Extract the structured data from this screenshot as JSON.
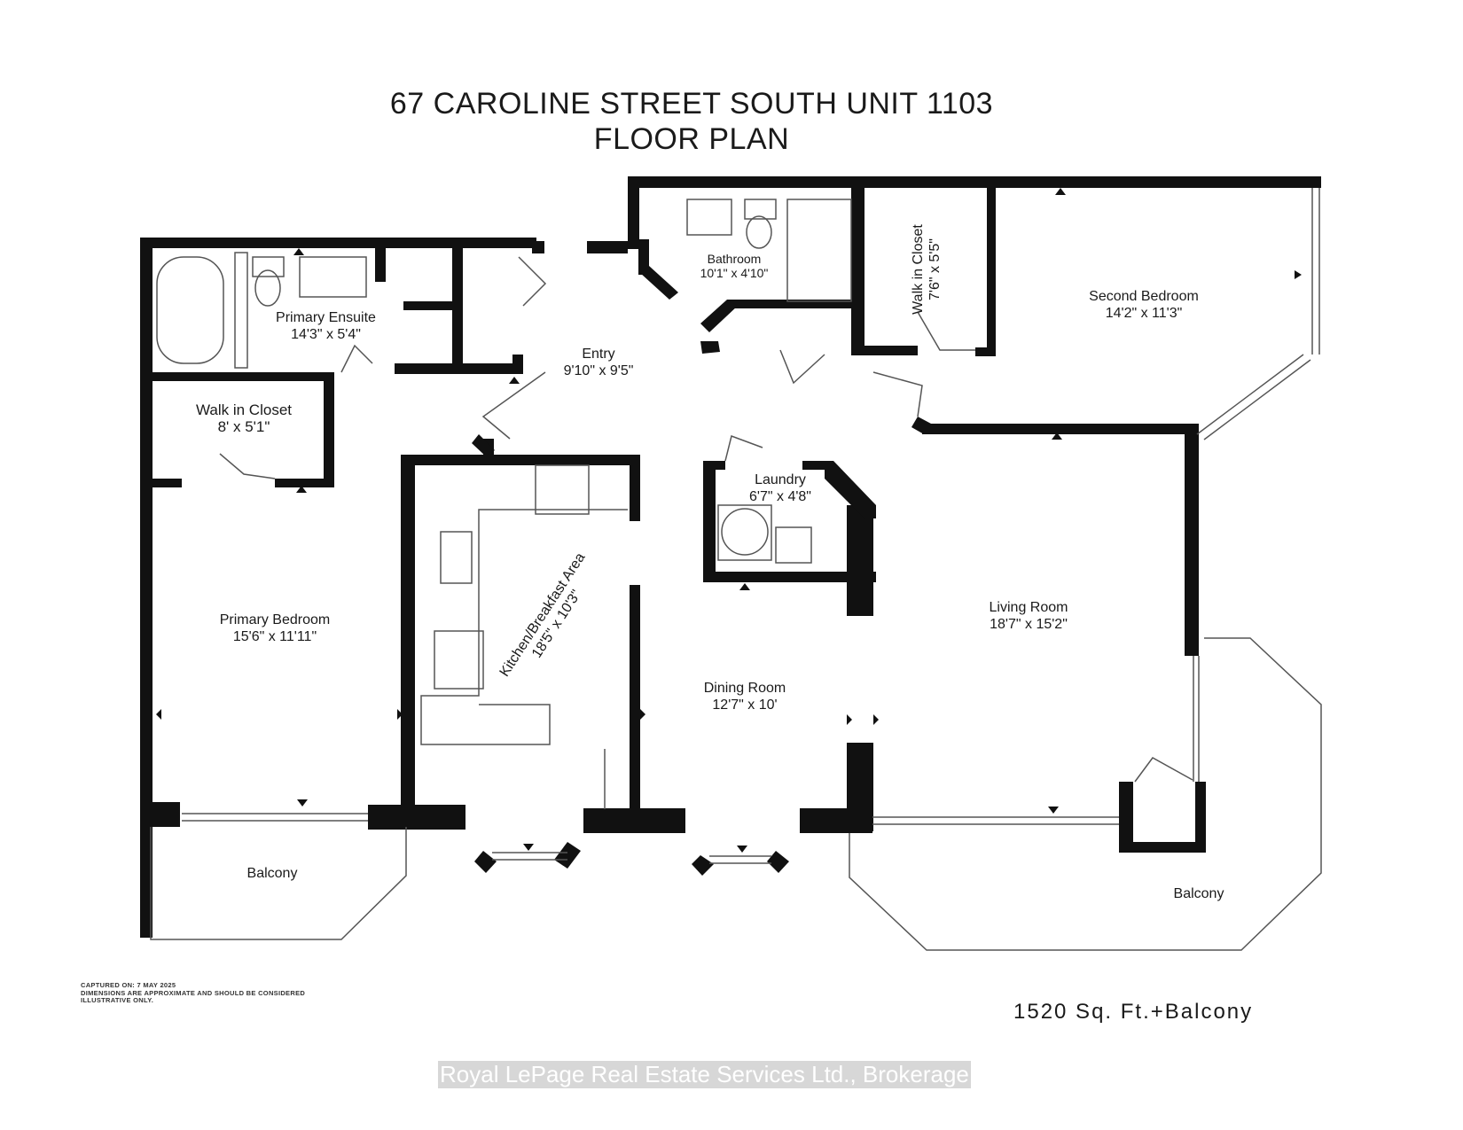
{
  "title": {
    "line1": "67 CAROLINE STREET SOUTH UNIT 1103",
    "line2": "FLOOR PLAN"
  },
  "rooms": [
    {
      "name": "Primary Ensuite",
      "dims": "14'3\" x 5'4\""
    },
    {
      "name": "Bathroom",
      "dims": "10'1\" x 4'10\""
    },
    {
      "name": "Walk in Closet",
      "dims": "7'6\" x 5'5\""
    },
    {
      "name": "Second Bedroom",
      "dims": "14'2\" x 11'3\""
    },
    {
      "name": "Entry",
      "dims": "9'10\" x 9'5\""
    },
    {
      "name": "Walk in Closet",
      "dims": "8' x 5'1\""
    },
    {
      "name": "Laundry",
      "dims": "6'7\" x 4'8\""
    },
    {
      "name": "Kitchen/Breakfast Area",
      "dims": "18'5\" x 10'3\""
    },
    {
      "name": "Primary Bedroom",
      "dims": "15'6\" x 11'11\""
    },
    {
      "name": "Living Room",
      "dims": "18'7\" x 15'2\""
    },
    {
      "name": "Dining Room",
      "dims": "12'7\" x 10'"
    },
    {
      "name": "Balcony",
      "dims": ""
    },
    {
      "name": "Balcony",
      "dims": ""
    }
  ],
  "note": {
    "line1": "CAPTURED ON: 7 MAY 2025",
    "line2": "DIMENSIONS ARE APPROXIMATE AND SHOULD BE CONSIDERED",
    "line3": "ILLUSTRATIVE ONLY."
  },
  "total_area": "1520 Sq. Ft.+Balcony",
  "watermark": "Royal LePage Real Estate Services Ltd., Brokerage",
  "colors": {
    "wall": "#111111",
    "background": "#ffffff",
    "fixture_line": "#555555"
  }
}
